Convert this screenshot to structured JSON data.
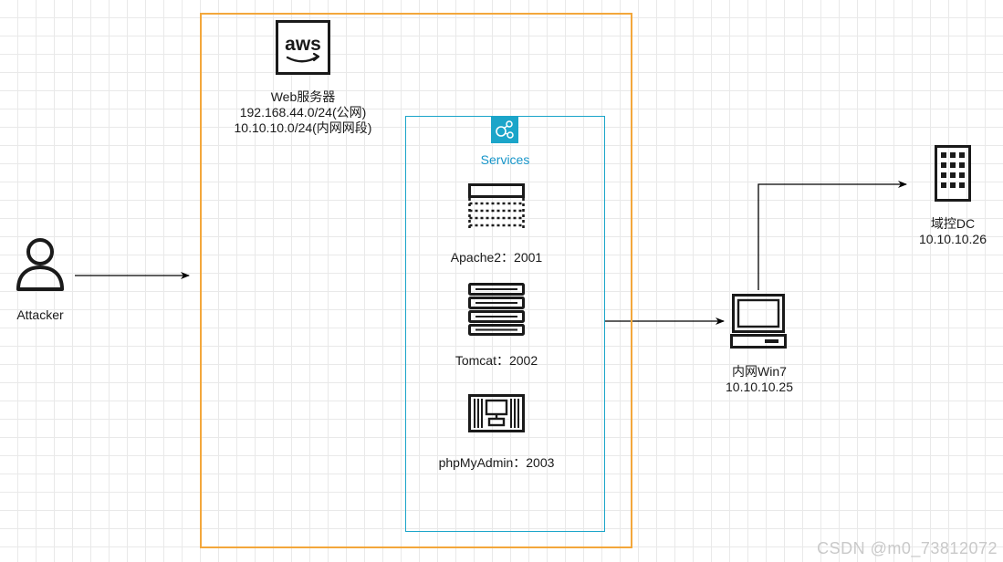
{
  "attacker": {
    "label": "Attacker"
  },
  "web_server": {
    "logo_text": "aws",
    "lines": [
      "Web服务器",
      "192.168.44.0/24(公网)",
      "10.10.10.0/24(内网网段)"
    ],
    "border_color": "#f3a73b"
  },
  "services": {
    "title": "Services",
    "accent_color": "#1795c9",
    "items": [
      {
        "label": "Apache2：2001",
        "icon": "web-server-icon"
      },
      {
        "label": "Tomcat：2002",
        "icon": "server-rack-icon"
      },
      {
        "label": "phpMyAdmin：2003",
        "icon": "admin-panel-icon"
      }
    ]
  },
  "win7": {
    "lines": [
      "内网Win7",
      "10.10.10.25"
    ],
    "icon": "desktop-computer-icon"
  },
  "dc": {
    "lines": [
      "域控DC",
      "10.10.10.26"
    ],
    "icon": "office-building-icon"
  },
  "watermark": "CSDN @m0_73812072"
}
